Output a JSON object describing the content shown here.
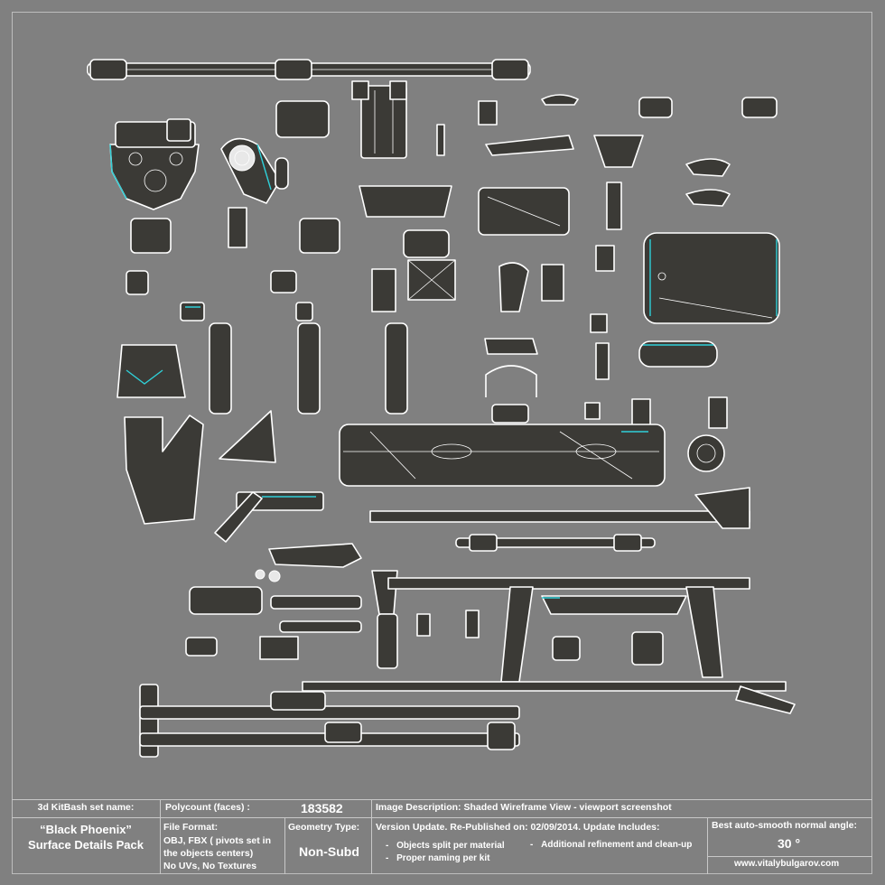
{
  "info_panel": {
    "set_label": "3d KitBash set name:",
    "set_name": "“Black Phoenix” Surface Details Pack",
    "polycount_label": "Polycount (faces) :",
    "polycount_value": "183582",
    "file_format_label": "File Format:",
    "file_format_lines": [
      "OBJ, FBX ( pivots set in",
      "the objects centers)",
      "No UVs, No Textures"
    ],
    "geometry_label": "Geometry Type:",
    "geometry_value": "Non-Subd",
    "image_description": "Image Description: Shaded Wireframe View - viewport screenshot",
    "version_update": "Version Update. Re-Published on: 02/09/2014. Update Includes:",
    "updates": [
      "Objects split per material",
      "Proper naming per kit",
      "Additional refinement and clean-up"
    ],
    "smooth_label": "Best auto-smooth normal angle:",
    "smooth_value": "30 °",
    "website": "www.vitalybulgarov.com"
  },
  "colors": {
    "background": "#808080",
    "part_fill": "#3b3a36",
    "wire": "#ffffff",
    "accent": "#2fd0d8"
  }
}
